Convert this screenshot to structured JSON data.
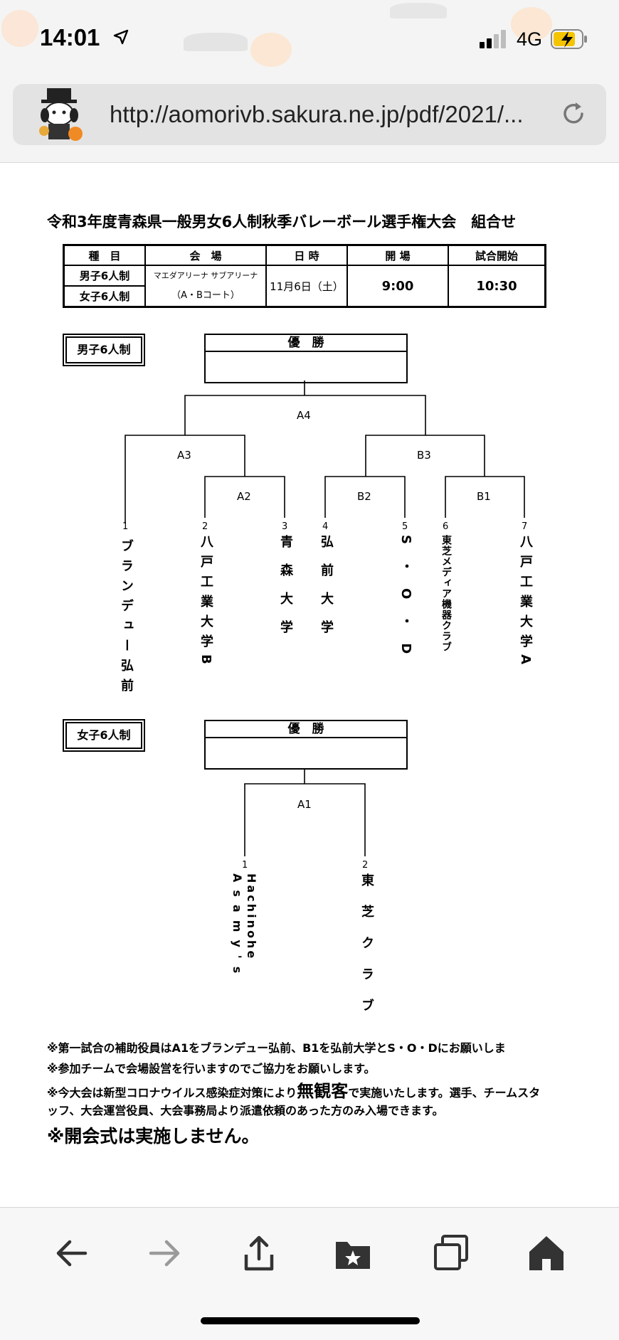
{
  "status_bar": {
    "time": "14:01",
    "network": "4G",
    "icons": [
      "location-arrow-icon",
      "signal-icon",
      "battery-charging-icon"
    ]
  },
  "browser": {
    "url": "http://aomorivb.sakura.ne.jp/pdf/2021/...",
    "icons": [
      "mascot-icon",
      "reload-icon"
    ]
  },
  "document": {
    "title": "令和3年度青森県一般男女6人制秋季バレーボール選手権大会　組合せ",
    "schedule": {
      "headers": [
        "種　目",
        "会　場",
        "日 時",
        "開 場",
        "試合開始"
      ],
      "events": [
        "男子6人制",
        "女子6人制"
      ],
      "venue_line1": "マエダアリーナ サブアリーナ",
      "venue_line2": "（A・Bコート）",
      "date": "11月6日（土）",
      "open": "9:00",
      "start": "10:30"
    },
    "mens": {
      "label": "男子6人制",
      "champion": "優　勝",
      "matches": [
        "A4",
        "A3",
        "B3",
        "A2",
        "B2",
        "B1"
      ],
      "teams": [
        {
          "seed": "1",
          "name": "ブランデュー弘前"
        },
        {
          "seed": "2",
          "name": "八戸工業大学B"
        },
        {
          "seed": "3",
          "name": "青森大学"
        },
        {
          "seed": "4",
          "name": "弘前大学"
        },
        {
          "seed": "5",
          "name": "S・O・D"
        },
        {
          "seed": "6",
          "name": "東芝メディア機器クラブ"
        },
        {
          "seed": "7",
          "name": "八戸工業大学A"
        }
      ]
    },
    "womens": {
      "label": "女子6人制",
      "champion": "優　勝",
      "match": "A1",
      "teams": [
        {
          "seed": "1",
          "name_col1": "Hachinohe",
          "name_col2": "Asamy's"
        },
        {
          "seed": "2",
          "name": "東芝クラブ"
        }
      ]
    },
    "notes": [
      "※第一試合の補助役員はA1をブランデュー弘前、B1を弘前大学とS・O・Dにお願いしま",
      "※参加チームで会場設営を行いますのでご協力をお願いします。"
    ],
    "note3_a": "※今大会は新型コロナウイルス感染症対策により",
    "note3_big": "無観客",
    "note3_b": "で実施いたします。選手、チームスタッフ、大会運営役員、大会事務局より派遣依頼のあった方のみ入場できます。",
    "no_ceremony": "※開会式は実施しません。"
  },
  "toolbar": {
    "buttons": [
      "back-icon",
      "forward-icon",
      "share-icon",
      "bookmarks-icon",
      "tabs-icon",
      "home-icon"
    ]
  }
}
